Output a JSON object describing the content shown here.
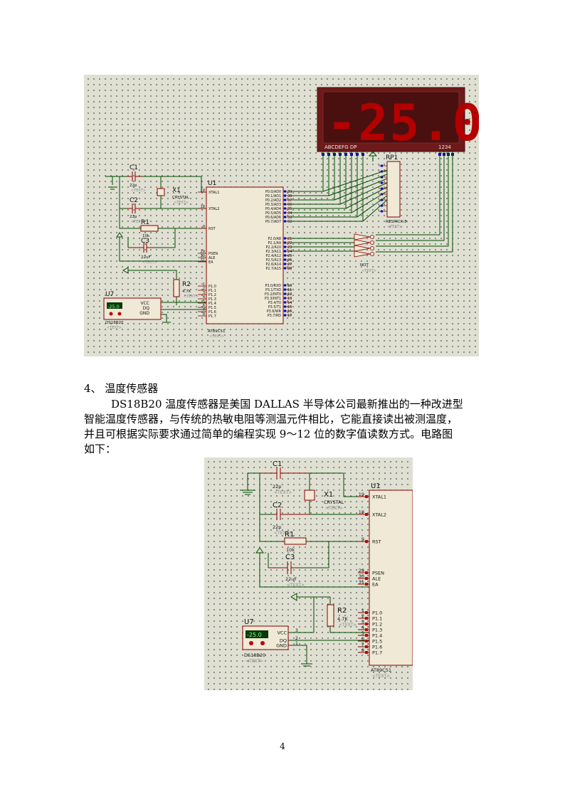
{
  "fig1": {
    "display_value": "-25.0",
    "display_pin_labels": "ABCDEFG  DP",
    "display_digit_labels": "1234",
    "labels": {
      "c1": "C1",
      "c2": "C2",
      "c_val": "22p",
      "x1": "X1",
      "crystal": "CRYSTAL",
      "r1": "R1",
      "r1_val": "10k",
      "c3": "C3",
      "c3_val": "22uF",
      "r2": "R2",
      "r2_val": "4.7K",
      "u1": "U1",
      "u1_part": "AT89C51",
      "u7": "U7",
      "u7_part": "DS18B20",
      "u7_display": "-25.0",
      "rp1": "RP1",
      "rp1_part": "RESPACK-8",
      "not": "NOT",
      "text": "<TEXT>"
    },
    "u1_left": [
      {
        "pin": "19",
        "name": "XTAL1"
      },
      {
        "pin": "18",
        "name": "XTAL2"
      },
      {
        "pin": "9",
        "name": "RST"
      },
      {
        "pin": "29",
        "name": "PSEN"
      },
      {
        "pin": "30",
        "name": "ALE"
      },
      {
        "pin": "31",
        "name": "EA"
      },
      {
        "pin": "1",
        "name": "P1.0"
      },
      {
        "pin": "2",
        "name": "P1.1"
      },
      {
        "pin": "3",
        "name": "P1.2"
      },
      {
        "pin": "4",
        "name": "P1.3"
      },
      {
        "pin": "5",
        "name": "P1.4"
      },
      {
        "pin": "6",
        "name": "P1.5"
      },
      {
        "pin": "7",
        "name": "P1.6"
      },
      {
        "pin": "8",
        "name": "P1.7"
      }
    ],
    "u1_right": [
      {
        "pin": "39",
        "name": "P0.0/AD0"
      },
      {
        "pin": "38",
        "name": "P0.1/AD1"
      },
      {
        "pin": "37",
        "name": "P0.2/AD2"
      },
      {
        "pin": "36",
        "name": "P0.3/AD3"
      },
      {
        "pin": "35",
        "name": "P0.4/AD4"
      },
      {
        "pin": "34",
        "name": "P0.5/AD5"
      },
      {
        "pin": "33",
        "name": "P0.6/AD6"
      },
      {
        "pin": "32",
        "name": "P0.7/AD7"
      },
      {
        "pin": "21",
        "name": "P2.0/A8"
      },
      {
        "pin": "22",
        "name": "P2.1/A9"
      },
      {
        "pin": "23",
        "name": "P2.2/A10"
      },
      {
        "pin": "24",
        "name": "P2.3/A11"
      },
      {
        "pin": "25",
        "name": "P2.4/A12"
      },
      {
        "pin": "26",
        "name": "P2.5/A13"
      },
      {
        "pin": "27",
        "name": "P2.6/A14"
      },
      {
        "pin": "28",
        "name": "P2.7/A15"
      },
      {
        "pin": "10",
        "name": "P3.0/RXD"
      },
      {
        "pin": "11",
        "name": "P3.1/TXD"
      },
      {
        "pin": "12",
        "name": "P3.2/INT0"
      },
      {
        "pin": "13",
        "name": "P3.3/INT1"
      },
      {
        "pin": "14",
        "name": "P3.4/T0"
      },
      {
        "pin": "15",
        "name": "P3.5/T1"
      },
      {
        "pin": "16",
        "name": "P3.6/WR"
      },
      {
        "pin": "17",
        "name": "P3.7/RD"
      }
    ],
    "u7_pins": [
      "VCC",
      "DQ",
      "GND"
    ]
  },
  "section_heading": "4、 温度传感器",
  "paragraph_lines": [
    "DS18B20 温度传感器是美国 DALLAS 半导体公司最新推出的一种改进型",
    "智能温度传感器，与传统的热敏电阻等测温元件相比，它能直接读出被测温度，",
    "并且可根据实际要求通过简单的编程实现 9～12 位的数字值读数方式。电路图",
    "如下："
  ],
  "fig2": {
    "labels": {
      "c1": "C1",
      "c2": "C2",
      "c_val": "22p",
      "x1": "X1",
      "crystal": "CRYSTAL",
      "r1": "R1",
      "r1_val": "10k",
      "c3": "C3",
      "c3_val": "22uF",
      "r2": "R2",
      "r2_val": "4.7K",
      "u1": "U1",
      "u1_part": "AT89C51",
      "u7": "U7",
      "u7_part": "DS18B20",
      "u7_display": "-25.0",
      "text": "<TEXT>"
    },
    "u1_pins": [
      {
        "pin": "19",
        "name": "XTAL1"
      },
      {
        "pin": "18",
        "name": "XTAL2"
      },
      {
        "pin": "9",
        "name": "RST"
      },
      {
        "pin": "29",
        "name": "PSEN"
      },
      {
        "pin": "30",
        "name": "ALE"
      },
      {
        "pin": "31",
        "name": "EA"
      },
      {
        "pin": "1",
        "name": "P1.0"
      },
      {
        "pin": "2",
        "name": "P1.1"
      },
      {
        "pin": "3",
        "name": "P1.2"
      },
      {
        "pin": "4",
        "name": "P1.3"
      },
      {
        "pin": "5",
        "name": "P1.4"
      },
      {
        "pin": "6",
        "name": "P1.5"
      },
      {
        "pin": "7",
        "name": "P1.6"
      },
      {
        "pin": "8",
        "name": "P1.7"
      }
    ],
    "u7_pins": [
      {
        "pin": "3",
        "name": "VCC"
      },
      {
        "pin": "2",
        "name": "DQ"
      },
      {
        "pin": "1",
        "name": "GND"
      }
    ]
  },
  "page_number": "4"
}
